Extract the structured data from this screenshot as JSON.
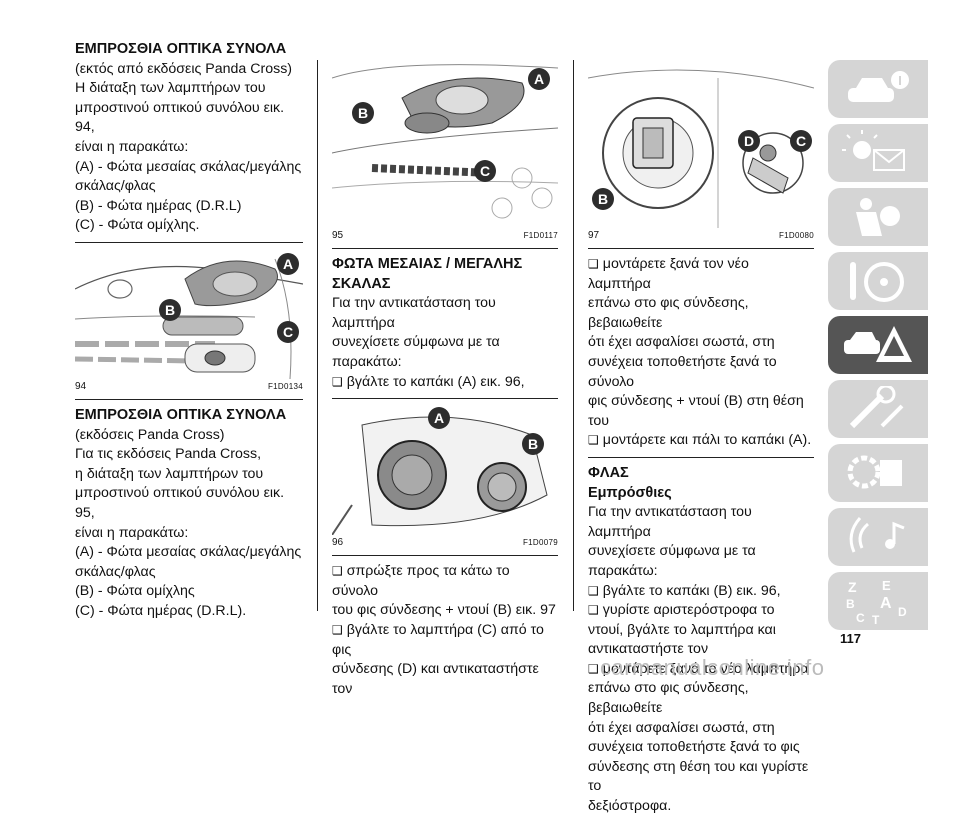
{
  "col1": {
    "heading1": "ΕΜΠΡΟΣΘΙΑ ΟΠΤΙΚΑ ΣΥΝΟΛΑ",
    "lines1": [
      "(εκτός από εκδόσεις Panda Cross)",
      "Η διάταξη των λαμπτήρων του",
      "μπροστινού οπτικού συνόλου εικ. 94,",
      "είναι η παρακάτω:",
      "(A) - Φώτα μεσαίας σκάλας/μεγάλης",
      "σκάλας/φλας",
      "(B) - Φώτα ημέρας (D.R.L)",
      "(C) - Φώτα ομίχλης."
    ],
    "fig": {
      "num": "94",
      "code": "F1D0134",
      "labels": [
        "A",
        "B",
        "C"
      ]
    },
    "heading2": "ΕΜΠΡΟΣΘΙΑ ΟΠΤΙΚΑ ΣΥΝΟΛΑ",
    "lines2": [
      "(εκδόσεις Panda Cross)",
      "Για τις εκδόσεις Panda Cross,",
      "η διάταξη των λαμπτήρων του",
      "μπροστινού οπτικού συνόλου εικ. 95,",
      "είναι η παρακάτω:",
      "(A) - Φώτα μεσαίας σκάλας/μεγάλης",
      "σκάλας/φλας",
      "(B) - Φώτα ομίχλης",
      "(C) - Φώτα ημέρας (D.R.L)."
    ]
  },
  "col2": {
    "fig1": {
      "num": "95",
      "code": "F1D0117",
      "labels": [
        "A",
        "B",
        "C"
      ]
    },
    "heading": "ΦΩΤΑ ΜΕΣΑΙΑΣ / ΜΕΓΑΛΗΣ ΣΚΑΛΑΣ",
    "lines": [
      "Για την αντικατάσταση του λαμπτήρα",
      "συνεχίσετε σύμφωνα με τα παρακάτω:"
    ],
    "bullet1": "βγάλτε το καπάκι (A) εικ. 96,",
    "fig2": {
      "num": "96",
      "code": "F1D0079",
      "labels": [
        "A",
        "B"
      ]
    },
    "bullet2": "σπρώξτε προς τα κάτω το σύνολο",
    "line2b": "του φις σύνδεσης + ντουί (B) εικ. 97",
    "bullet3": "βγάλτε το λαμπτήρα (C) από το φις",
    "line3b": "σύνδεσης (D) και αντικαταστήστε τον"
  },
  "col3": {
    "fig": {
      "num": "97",
      "code": "F1D0080",
      "labels": [
        "B",
        "D",
        "C"
      ]
    },
    "bullet1": "μοντάρετε ξανά τον νέο λαμπτήρα",
    "lines1": [
      "επάνω στο φις σύνδεσης, βεβαιωθείτε",
      "ότι έχει ασφαλίσει σωστά, στη",
      "συνέχεια τοποθετήστε ξανά το σύνολο",
      "φις σύνδεσης + ντουί (B) στη θέση του"
    ],
    "bullet2": "μοντάρετε και πάλι το καπάκι (A).",
    "heading": "ΦΛΑΣ",
    "subheading": "Εμπρόσθιες",
    "lines2": [
      "Για την αντικατάσταση του λαμπτήρα",
      "συνεχίσετε σύμφωνα με τα παρακάτω:"
    ],
    "bullet3": "βγάλτε το καπάκι (B) εικ. 96,",
    "bullet4": "γυρίστε αριστερόστροφα το",
    "lines4": [
      "ντουί, βγάλτε το λαμπτήρα και",
      "αντικαταστήστε τον"
    ],
    "bullet5": "μοντάρετε ξανά το νέο λαμπτήρα",
    "lines5": [
      "επάνω στο φις σύνδεσης, βεβαιωθείτε",
      "ότι έχει ασφαλίσει σωστά, στη",
      "συνέχεια τοποθετήστε ξανά το φις",
      "σύνδεσης στη θέση του και γυρίστε το",
      "δεξιόστροφα."
    ]
  },
  "tabs": [
    {
      "icon": "car-info-icon",
      "active": false
    },
    {
      "icon": "dashboard-lights-icon",
      "active": false
    },
    {
      "icon": "seat-airbag-icon",
      "active": false
    },
    {
      "icon": "steering-wheel-key-icon",
      "active": false
    },
    {
      "icon": "breakdown-warning-triangle-icon",
      "active": true
    },
    {
      "icon": "maintenance-wrench-icon",
      "active": false
    },
    {
      "icon": "technical-specs-icon",
      "active": false
    },
    {
      "icon": "multimedia-icon",
      "active": false
    },
    {
      "icon": "alphabetical-index-icon",
      "active": false
    }
  ],
  "tab_index_letters": [
    "Z",
    "E",
    "B",
    "A",
    "D",
    "C",
    "T"
  ],
  "page_number": "117",
  "watermark": "carmanualsonline.info"
}
